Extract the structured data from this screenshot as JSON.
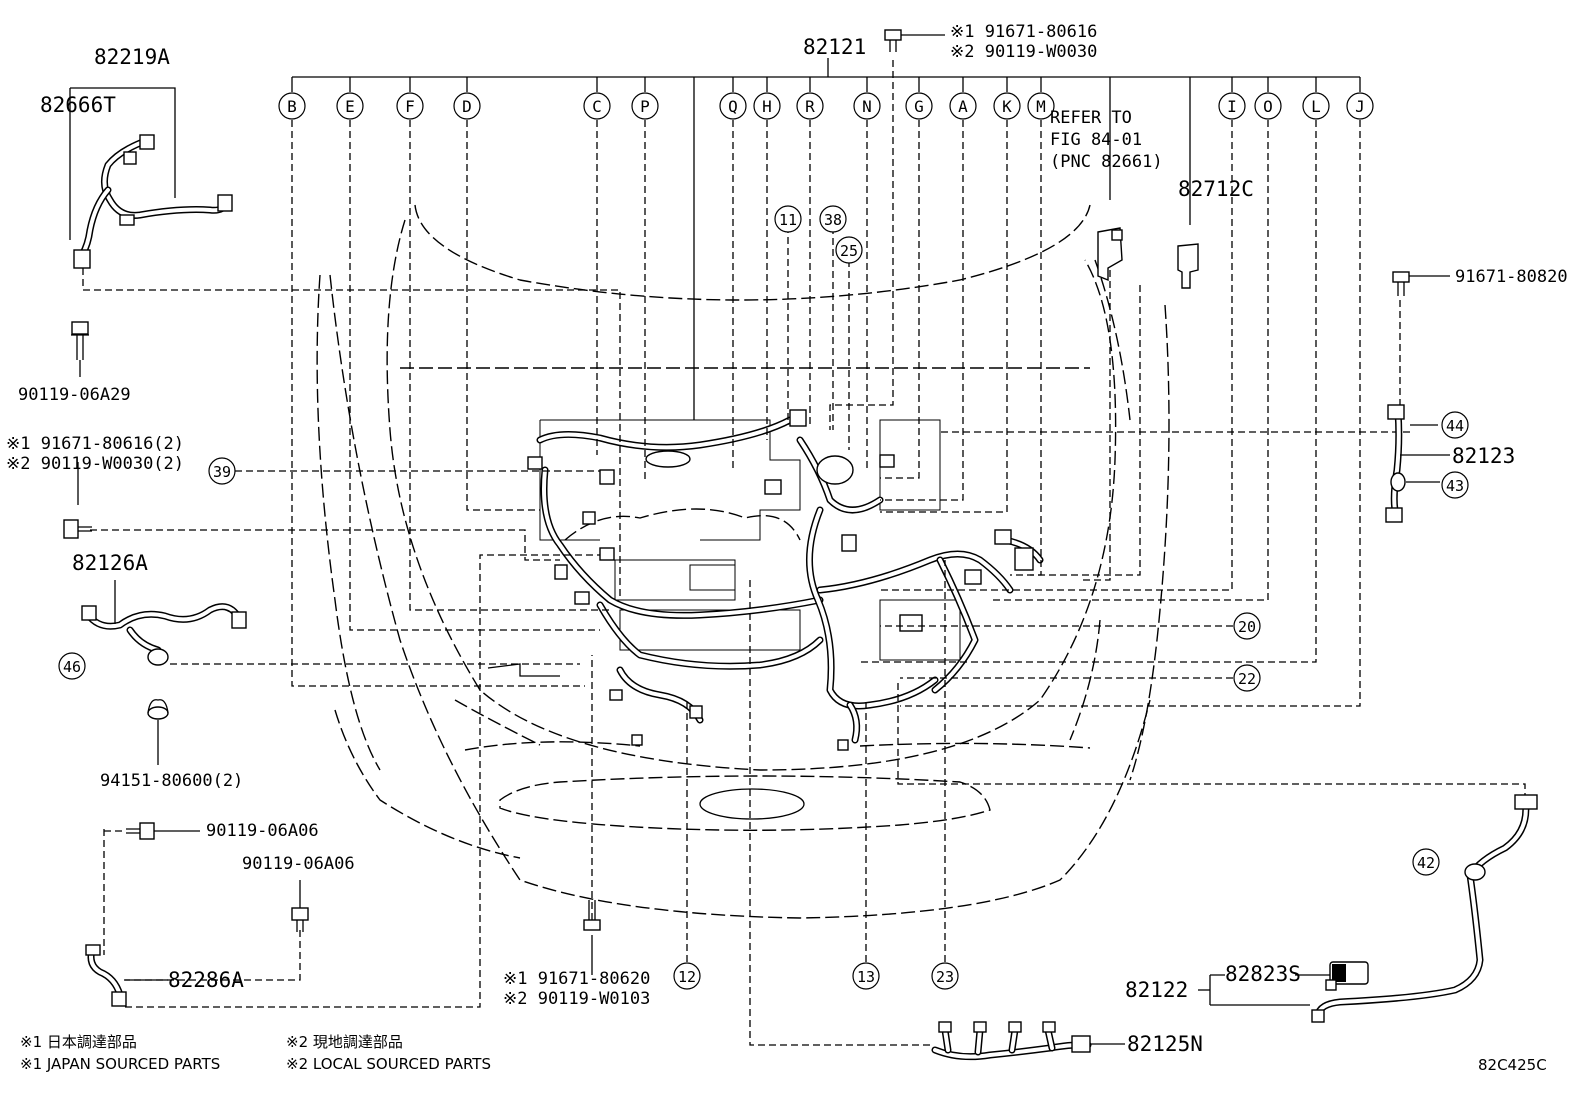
{
  "diagram": {
    "figure_code": "82C425C",
    "harness_labels": {
      "top_harness": "82121",
      "engine_harness": "82219A",
      "sub_harness_t": "82666T",
      "harness_126a": "82126A",
      "harness_286a": "82286A",
      "harness_123": "82123",
      "harness_712c": "82712C",
      "harness_122": "82122",
      "harness_823s": "82823S",
      "harness_125n": "82125N"
    },
    "refer": [
      "REFER TO",
      "FIG 84-01",
      "(PNC 82661)"
    ],
    "fasteners": {
      "top_bolt_1": "※1 91671-80616",
      "top_bolt_2": "※2 90119-W0030",
      "right_bolt": "91671-80820",
      "left_bolt": "90119-06A29",
      "left_clip_1": "※1 91671-80616(2)",
      "left_clip_2": "※2 90119-W0030(2)",
      "grommet": "94151-80600(2)",
      "bolt_a": "90119-06A06",
      "bolt_b": "90119-06A06",
      "bottom_bolt_1": "※1 91671-80620",
      "bottom_bolt_2": "※2 90119-W0103"
    },
    "letter_callouts": [
      "B",
      "E",
      "F",
      "D",
      "C",
      "P",
      "Q",
      "H",
      "R",
      "N",
      "G",
      "A",
      "K",
      "M",
      "I",
      "O",
      "L",
      "J"
    ],
    "number_callouts": {
      "c11": "11",
      "c38": "38",
      "c25": "25",
      "c39": "39",
      "c44": "44",
      "c43": "43",
      "c46": "46",
      "c20": "20",
      "c22": "22",
      "c42": "42",
      "c12": "12",
      "c13": "13",
      "c23": "23"
    },
    "legend": {
      "jp_1": "※1 日本調達部品",
      "jp_2": "※2 現地調達部品",
      "en_1": "※1 JAPAN SOURCED PARTS",
      "en_2": "※2 LOCAL SOURCED PARTS"
    }
  }
}
